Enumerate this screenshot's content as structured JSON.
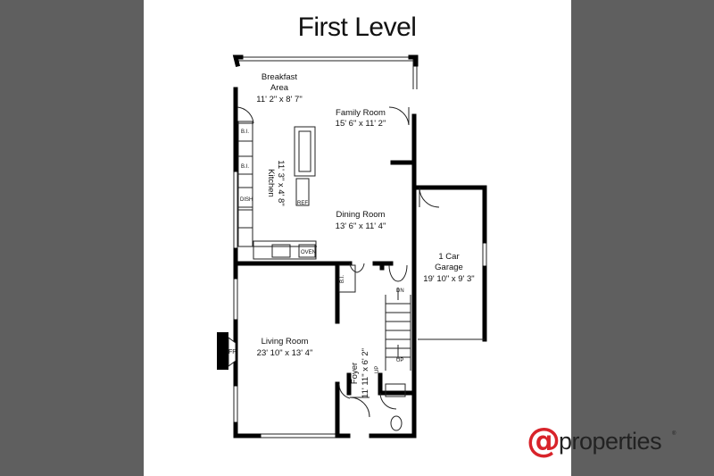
{
  "title": "First Level",
  "rooms": {
    "breakfast": {
      "name_line1": "Breakfast",
      "name_line2": "Area",
      "dims": "11' 2\" x 8' 7\""
    },
    "family": {
      "name": "Family Room",
      "dims": "15' 6\" x 11' 2\""
    },
    "kitchen": {
      "name": "Kitchen",
      "dims": "11' 3\" x 4' 8\""
    },
    "dining": {
      "name": "Dining Room",
      "dims": "13' 6\" x 11' 4\""
    },
    "garage": {
      "name_line1": "1 Car",
      "name_line2": "Garage",
      "dims": "19' 10\" x 9' 3\""
    },
    "living": {
      "name": "Living Room",
      "dims": "23' 10\" x 13' 4\""
    },
    "foyer": {
      "name": "Foyer",
      "dims": "11' 11\" x 6' 2\""
    }
  },
  "fixtures": {
    "bi": "B.I.",
    "dish": "DISH",
    "ref": "REF",
    "oven": "OVEN",
    "fp": "FP",
    "dn": "DN",
    "up": "UP"
  },
  "logo": {
    "symbol": "@",
    "word": "properties",
    "reg": "®",
    "symbol_color": "#d8232a"
  }
}
